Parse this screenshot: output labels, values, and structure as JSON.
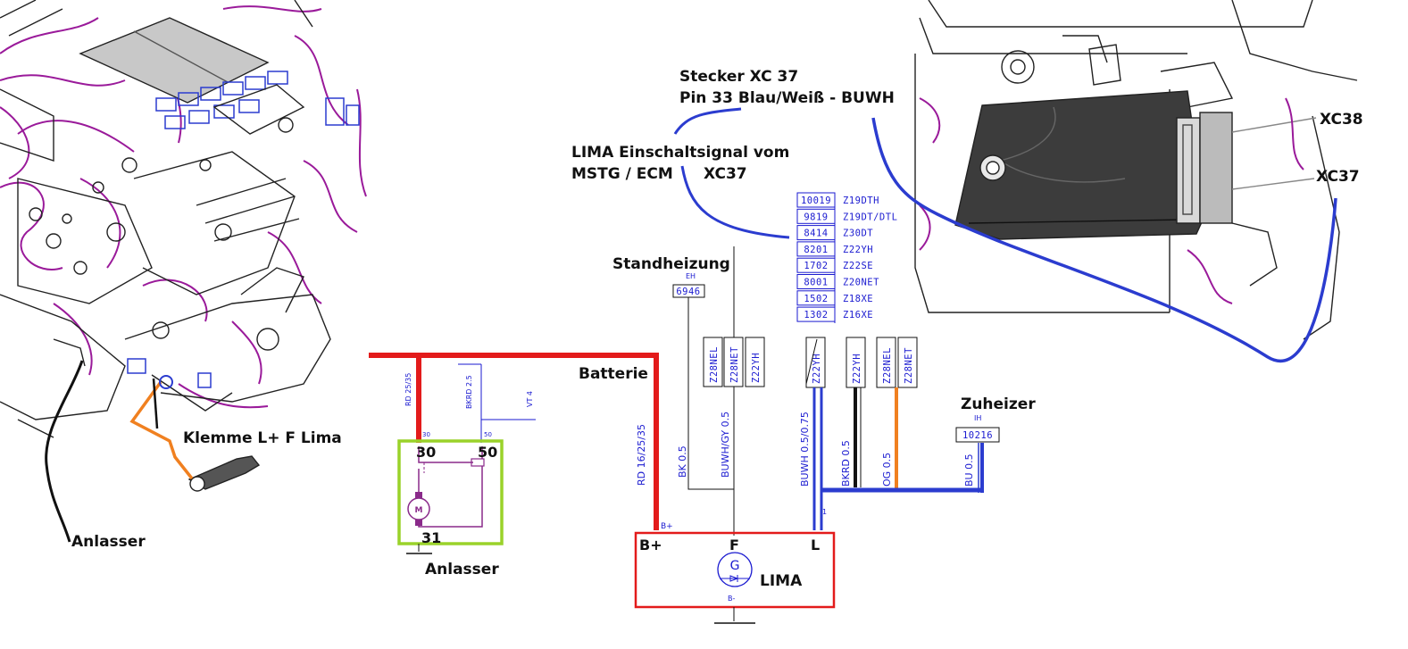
{
  "colors": {
    "battery_wire": "#e31b1b",
    "signal_wire": "#2b3ccf",
    "black_wire": "#111111",
    "orange_wire": "#f08020",
    "starter_box": "#9ad22a",
    "lima_box": "#e31b1b",
    "schematic_ink": "#1a1ad0",
    "starter_ink": "#8a2a8a",
    "drawing_ink": "#9a1a9a"
  },
  "annotations": {
    "connector_line1": "Stecker XC 37",
    "connector_line2": "Pin 33 Blau/Weiß  - BUWH",
    "signal_line1": "LIMA Einschaltsignal vom",
    "signal_line2": "MSTG / ECM",
    "signal_connector": "XC37",
    "xc38": "XC38",
    "xc37": "XC37",
    "klemme": "Klemme L+ F   Lima",
    "anlasser_photo": "Anlasser",
    "anlasser_schematic": "Anlasser",
    "batterie": "Batterie",
    "standheizung": "Standheizung",
    "zuheizer": "Zuheizer",
    "lima": "LIMA"
  },
  "engine_table": [
    {
      "code": "10019",
      "engine": "Z19DTH"
    },
    {
      "code": "9819",
      "engine": "Z19DT/DTL"
    },
    {
      "code": "8414",
      "engine": "Z30DT"
    },
    {
      "code": "8201",
      "engine": "Z22YH"
    },
    {
      "code": "1702",
      "engine": "Z22SE"
    },
    {
      "code": "8001",
      "engine": "Z20NET"
    },
    {
      "code": "1502",
      "engine": "Z18XE"
    },
    {
      "code": "1302",
      "engine": "Z16XE"
    }
  ],
  "standheizung": {
    "tag": "EH",
    "code": "6946"
  },
  "zuheizer": {
    "tag": "IH",
    "code": "10216"
  },
  "engine_variants_left": [
    "Z28NEL",
    "Z28NET",
    "Z22YH"
  ],
  "engine_variants_right": [
    "Z22YH",
    "Z22YH",
    "Z28NEL",
    "Z28NET"
  ],
  "wires": {
    "rd_starter": "RD 25/35",
    "bkrd_starter": "BKRD 2.5",
    "rd_lima": "RD 16/25/35",
    "bk": "BK 0.5",
    "buwh_gy": "BUWH/GY 0.5",
    "buwh": "BUWH 0.5/0.75",
    "bkrd": "BKRD 0.5",
    "og": "OG 0.5",
    "bu": "BU 0.5",
    "vt": "VT 4"
  },
  "starter": {
    "t30": "30",
    "t50": "50",
    "t31": "31",
    "t30_small": "30",
    "t50_small": "50",
    "motor": "M"
  },
  "lima": {
    "b_plus": "B+",
    "f": "F",
    "l": "L",
    "b_plus_small": "B+",
    "b_minus": "B-",
    "gen": "G",
    "l_small": "1"
  }
}
